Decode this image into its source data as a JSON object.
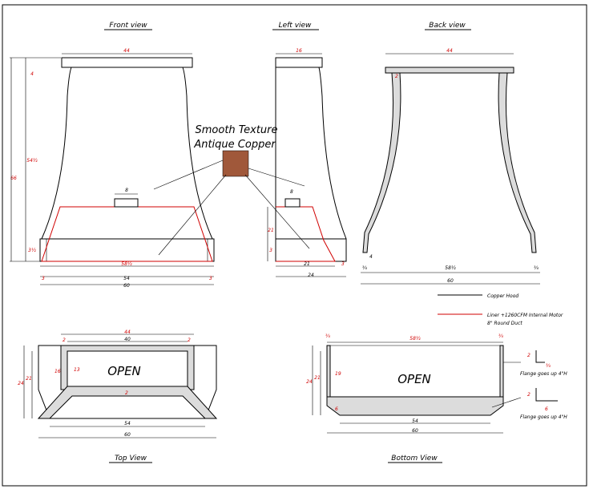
{
  "views": {
    "front": "Front view",
    "left": "Left view",
    "back": "Back view",
    "top": "Top View",
    "bottom": "Bottom View"
  },
  "texture": {
    "line1": "Smooth Texture",
    "line2": "Antique Copper",
    "swatch_color": "#a0583a"
  },
  "front_dims": {
    "top": "44",
    "h4": "4",
    "h54": "54½",
    "h66": "66",
    "h3": "3½",
    "duct": "8",
    "base": "58½",
    "side_l": "3",
    "inner": "54",
    "side_r": "3",
    "total": "60"
  },
  "left_dims": {
    "top": "16",
    "duct": "8",
    "h21": "21",
    "h3": "3",
    "base": "21",
    "right": "3",
    "total": "24"
  },
  "back_dims": {
    "top": "44",
    "wall": "2",
    "h4": "4",
    "left": "¾",
    "base": "58½",
    "right": "¾",
    "total": "60"
  },
  "top_dims": {
    "d44": "44",
    "d40": "40",
    "dl2": "2",
    "dr2": "2",
    "mid2": "2",
    "d16": "16",
    "d13": "13",
    "d24": "24",
    "d21": "21",
    "bot2": "2",
    "d54": "54",
    "d60": "60",
    "label": "OPEN"
  },
  "bottom_dims": {
    "l34": "¾",
    "d58": "58½",
    "r34": "¾",
    "d24": "24",
    "d21": "21",
    "d19": "19",
    "d6": "6",
    "d54": "54",
    "d60": "60",
    "label": "OPEN"
  },
  "flange": {
    "f2a": "2",
    "f34": "¾",
    "f2b": "2",
    "f6": "6",
    "note1": "Flange goes up 4\"H",
    "note2": "Flange goes up 4\"H"
  },
  "legend": {
    "copper": "Copper Hood",
    "liner1": "Liner +1260CFM Internal Motor",
    "liner2": "8\" Round Duct",
    "copper_color": "#000000",
    "liner_color": "#d00000"
  }
}
